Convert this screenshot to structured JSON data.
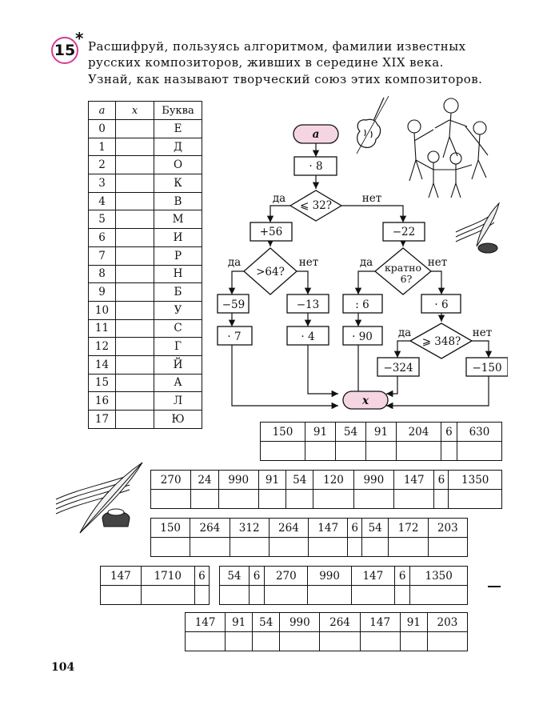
{
  "task": {
    "number": "15",
    "star": "*",
    "lines": [
      "Расшифруй, пользуясь алгоритмом, фамилии известных",
      "русских композиторов, живших в середине XIX века.",
      "Узнай, как называют творческий союз этих композиторов."
    ]
  },
  "lookup": {
    "headers": [
      "a",
      "x",
      "Буква"
    ],
    "rows": [
      {
        "a": "0",
        "x": "",
        "letter": "Е"
      },
      {
        "a": "1",
        "x": "",
        "letter": "Д"
      },
      {
        "a": "2",
        "x": "",
        "letter": "О"
      },
      {
        "a": "3",
        "x": "",
        "letter": "К"
      },
      {
        "a": "4",
        "x": "",
        "letter": "В"
      },
      {
        "a": "5",
        "x": "",
        "letter": "М"
      },
      {
        "a": "6",
        "x": "",
        "letter": "И"
      },
      {
        "a": "7",
        "x": "",
        "letter": "Р"
      },
      {
        "a": "8",
        "x": "",
        "letter": "Н"
      },
      {
        "a": "9",
        "x": "",
        "letter": "Б"
      },
      {
        "a": "10",
        "x": "",
        "letter": "У"
      },
      {
        "a": "11",
        "x": "",
        "letter": "С"
      },
      {
        "a": "12",
        "x": "",
        "letter": "Г"
      },
      {
        "a": "14",
        "x": "",
        "letter": "Й"
      },
      {
        "a": "15",
        "x": "",
        "letter": "А"
      },
      {
        "a": "16",
        "x": "",
        "letter": "Л"
      },
      {
        "a": "17",
        "x": "",
        "letter": "Ю"
      }
    ]
  },
  "flowchart": {
    "start": "a",
    "mul8": "· 8",
    "cond1": "⩽ 32?",
    "yes": "да",
    "no": "нет",
    "plus56": "+56",
    "minus22": "−22",
    "cond2": ">64?",
    "cond3_line1": "кратно",
    "cond3_line2": "6?",
    "minus59": "−59",
    "minus13": "−13",
    "div6": ": 6",
    "mul6": "· 6",
    "mul7": "· 7",
    "mul4": "· 4",
    "mul90": "· 90",
    "cond4": "⩾ 348?",
    "minus324": "−324",
    "minus150": "−150",
    "end": "x"
  },
  "answers": [
    [
      "150",
      "91",
      "54",
      "91",
      "204",
      "6",
      "630"
    ],
    [
      "270",
      "24",
      "990",
      "91",
      "54",
      "120",
      "990",
      "147",
      "6",
      "1350"
    ],
    [
      "150",
      "264",
      "312",
      "264",
      "147",
      "6",
      "54",
      "172",
      "203"
    ],
    [
      "147",
      "1710",
      "6"
    ],
    [
      "54",
      "6",
      "270",
      "990",
      "147",
      "6",
      "1350"
    ],
    [
      "147",
      "91",
      "54",
      "990",
      "264",
      "147",
      "91",
      "203"
    ]
  ],
  "page_number": "104",
  "colors": {
    "accent": "#d63c8f",
    "start_fill": "#f6d5e2"
  },
  "illustrations": [
    "violin-illustration",
    "dancing-composers-illustration",
    "quill-sheet-music-illustration"
  ]
}
